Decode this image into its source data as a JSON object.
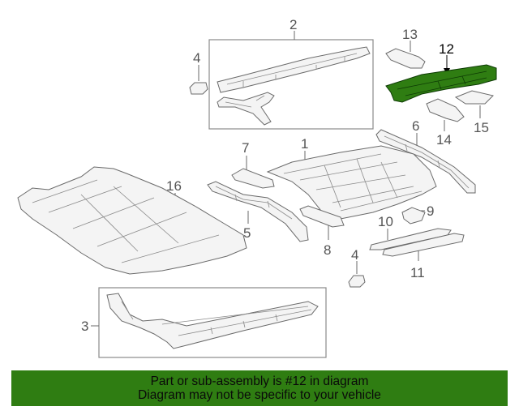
{
  "callouts": {
    "c1": "1",
    "c2": "2",
    "c3": "3",
    "c4a": "4",
    "c4b": "4",
    "c5": "5",
    "c6": "6",
    "c7": "7",
    "c8": "8",
    "c9": "9",
    "c10": "10",
    "c11": "11",
    "c12": "12",
    "c13": "13",
    "c14": "14",
    "c15": "15",
    "c16": "16"
  },
  "highlight": {
    "part": "12",
    "color": "#2f7d12"
  },
  "banner": {
    "color": "#2f7d12",
    "line1": "Part or sub-assembly is #12 in diagram",
    "line2": "Diagram may not be specific to your vehicle"
  }
}
